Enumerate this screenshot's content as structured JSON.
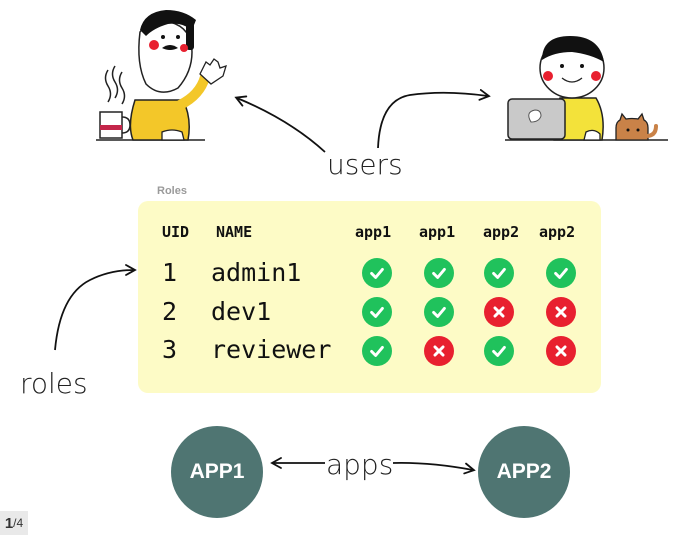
{
  "labels": {
    "users": "users",
    "roles": "roles",
    "apps": "apps"
  },
  "roles_table": {
    "caption": "Roles",
    "headers": [
      "UID",
      "NAME",
      "app1",
      "app1",
      "app2",
      "app2"
    ],
    "rows": [
      {
        "uid": "1",
        "name": "admin1",
        "perms": [
          "allow",
          "allow",
          "allow",
          "allow"
        ]
      },
      {
        "uid": "2",
        "name": "dev1",
        "perms": [
          "allow",
          "allow",
          "deny",
          "deny"
        ]
      },
      {
        "uid": "3",
        "name": "reviewer",
        "perms": [
          "allow",
          "deny",
          "allow",
          "deny"
        ]
      }
    ]
  },
  "apps": [
    {
      "label": "APP1"
    },
    {
      "label": "APP2"
    }
  ],
  "pager": {
    "current": "1",
    "total": "/4"
  },
  "colors": {
    "allow": "#20c25c",
    "deny": "#e8202f",
    "app_circle": "#4f7572",
    "table_bg": "#fdfbc6"
  },
  "illustrations": [
    "user-with-mustache-waving",
    "user-at-laptop-with-cat"
  ]
}
